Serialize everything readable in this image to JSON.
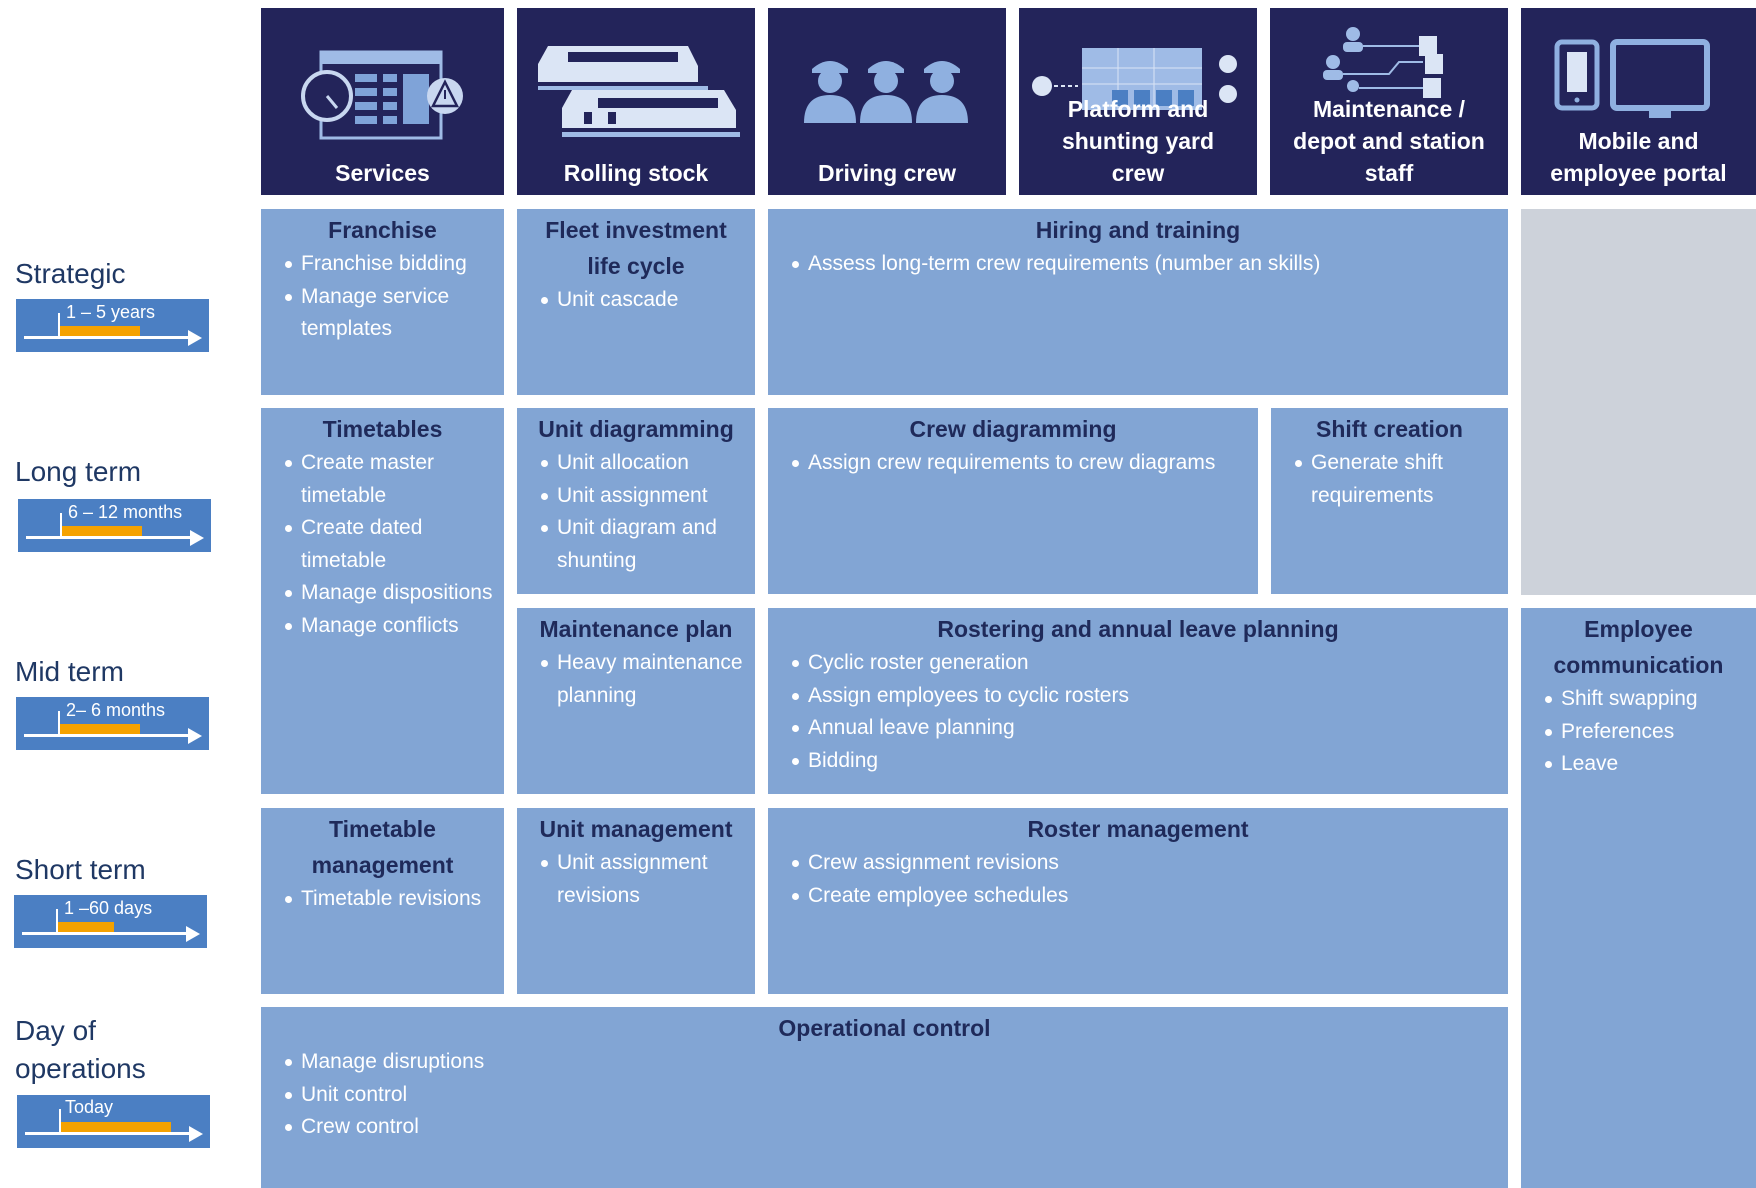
{
  "columns": [
    {
      "title": "Services",
      "icon": "services-dashboard-icon"
    },
    {
      "title": "Rolling stock",
      "icon": "train-icon"
    },
    {
      "title": "Driving crew",
      "icon": "crew-people-icon"
    },
    {
      "title": "Platform and shunting yard crew",
      "icon": "station-map-icon"
    },
    {
      "title": "Maintenance / depot and station staff",
      "icon": "staff-network-icon"
    },
    {
      "title": "Mobile and employee portal",
      "icon": "devices-icon"
    }
  ],
  "rows": [
    {
      "label": "Strategic",
      "badge": "1 – 5 years"
    },
    {
      "label": "Long term",
      "badge": "6 – 12 months"
    },
    {
      "label": "Mid term",
      "badge": "2– 6 months"
    },
    {
      "label": "Short term",
      "badge": "1 –60 days"
    },
    {
      "label": "Day of operations",
      "badge": "Today"
    }
  ],
  "cells": {
    "franchise": {
      "title": "Franchise",
      "items": [
        "Franchise bidding",
        "Manage service templates"
      ]
    },
    "fleet": {
      "title": "Fleet investment life cycle",
      "items": [
        "Unit cascade"
      ]
    },
    "hiring": {
      "title": "Hiring and training",
      "items": [
        "Assess long-term crew requirements (number an skills)"
      ]
    },
    "timetables": {
      "title": "Timetables",
      "items": [
        "Create master timetable",
        "Create dated timetable",
        "Manage dispositions",
        "Manage conflicts"
      ]
    },
    "unit_diagramming": {
      "title": "Unit diagramming",
      "items": [
        "Unit allocation",
        "Unit assignment",
        "Unit diagram and shunting"
      ]
    },
    "crew_diagramming": {
      "title": "Crew diagramming",
      "items": [
        "Assign crew requirements to crew diagrams"
      ]
    },
    "shift_creation": {
      "title": "Shift creation",
      "items": [
        "Generate shift requirements"
      ]
    },
    "maintenance_plan": {
      "title": "Maintenance plan",
      "items": [
        "Heavy maintenance planning"
      ]
    },
    "rostering": {
      "title": "Rostering and annual leave planning",
      "items": [
        "Cyclic roster generation",
        "Assign employees to cyclic rosters",
        "Annual leave planning",
        "Bidding"
      ]
    },
    "employee_comm": {
      "title": "Employee communication",
      "items": [
        "Shift swapping",
        "Preferences",
        "Leave"
      ]
    },
    "timetable_mgmt": {
      "title": "Timetable management",
      "items": [
        "Timetable revisions"
      ]
    },
    "unit_mgmt": {
      "title": "Unit management",
      "items": [
        "Unit assignment revisions"
      ]
    },
    "roster_mgmt": {
      "title": "Roster management",
      "items": [
        "Crew assignment revisions",
        "Create employee schedules"
      ]
    },
    "operational_control": {
      "title": "Operational control",
      "items": [
        "Manage disruptions",
        "Unit control",
        "Crew control"
      ]
    }
  },
  "colors": {
    "header_bg": "#23245a",
    "cell_bg": "#82a5d4",
    "cell_title": "#1f2a5a",
    "placeholder_bg": "#cdd2da",
    "badge_bg": "#4b7fc3",
    "badge_bar": "#f5a200",
    "row_label": "#1f3864"
  }
}
